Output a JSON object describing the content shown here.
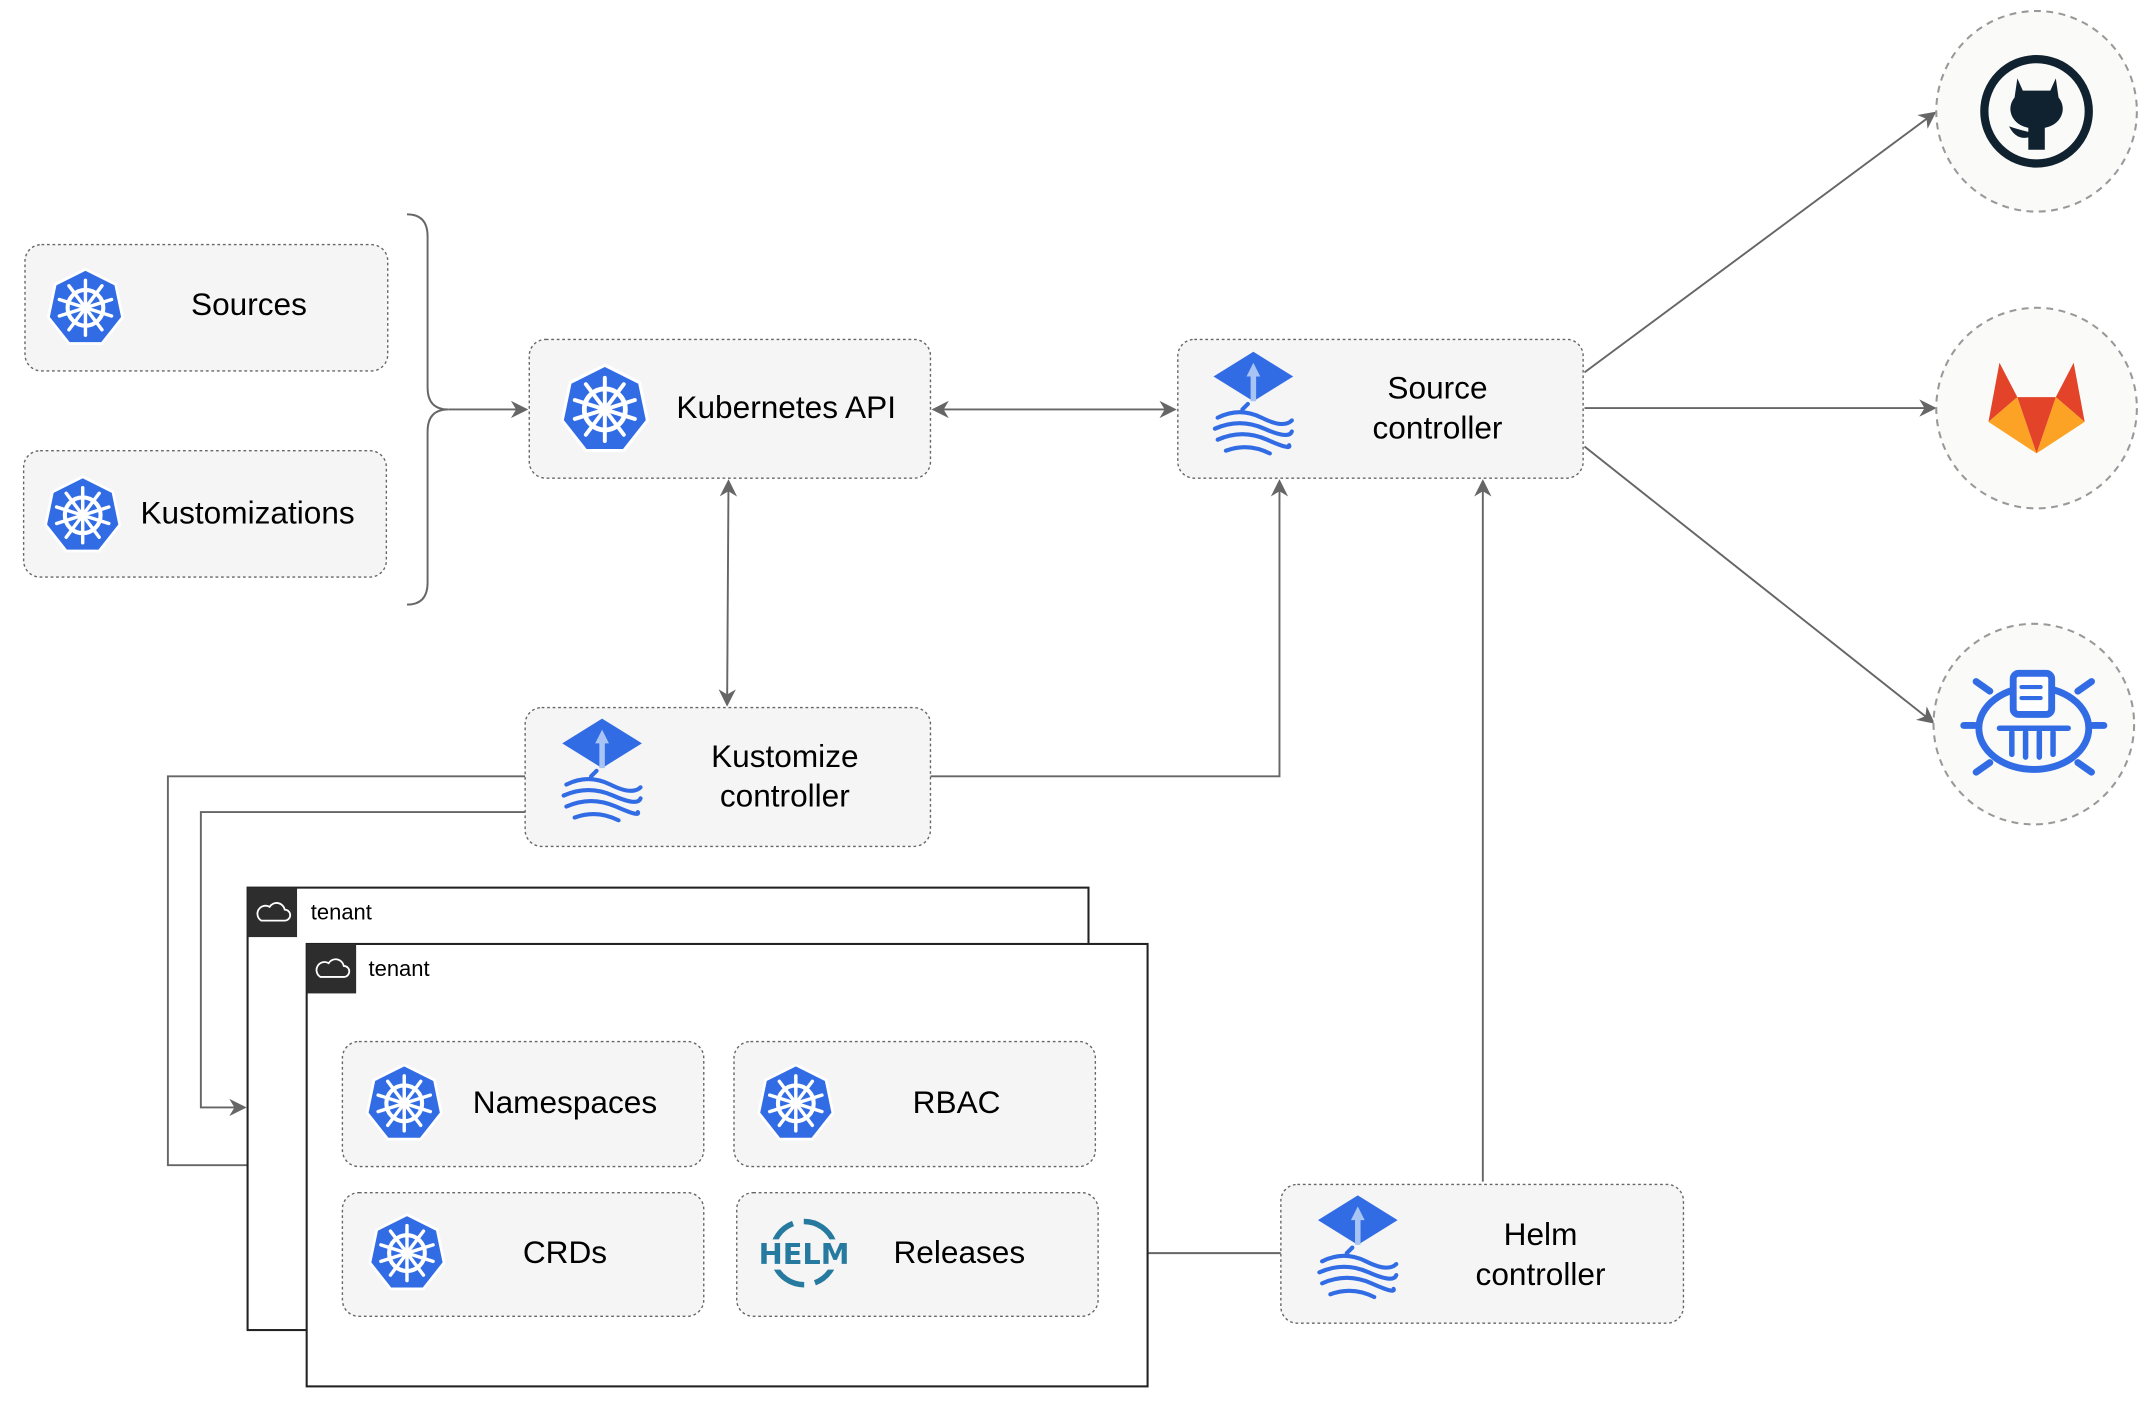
{
  "nodes": {
    "sources": "Sources",
    "kustomizations": "Kustomizations",
    "kubernetes_api": "Kubernetes API",
    "source_controller": [
      "Source",
      "controller"
    ],
    "kustomize_controller": [
      "Kustomize",
      "controller"
    ],
    "helm_controller": [
      "Helm",
      "controller"
    ],
    "namespaces": "Namespaces",
    "rbac": "RBAC",
    "crds": "CRDs",
    "releases": "Releases"
  },
  "tenants": [
    "tenant",
    "tenant"
  ],
  "helm_logo_text": "HELM",
  "external": [
    "github-icon",
    "gitlab-icon",
    "helm-repository-icon"
  ],
  "colors": {
    "k8s_blue": "#326ce5",
    "edge": "#666666",
    "github": "#10212f",
    "gitlab_red": "#e24329",
    "gitlab_orange": "#fca326",
    "helm": "#277a9f"
  }
}
